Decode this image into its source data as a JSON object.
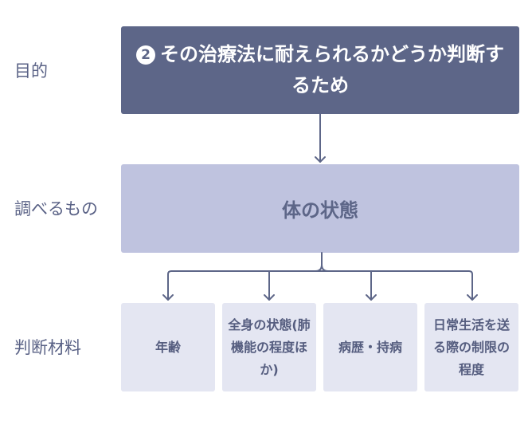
{
  "labels": {
    "purpose": "目的",
    "target": "調べるもの",
    "materials": "判断材料"
  },
  "purpose_box": {
    "number": "2",
    "text": "その治療法に耐えられるかどうか判断するため"
  },
  "target_box": {
    "text": "体の状態"
  },
  "materials": [
    "年齢",
    "全身の状態(肺機能の程度ほか)",
    "病歴・持病",
    "日常生活を送る際の制限の程度"
  ],
  "colors": {
    "purpose_box": "#5d6688",
    "target_box": "#bfc3df",
    "material_box": "#e4e6f2",
    "text": "#5a6286",
    "connector": "#5d6688"
  }
}
